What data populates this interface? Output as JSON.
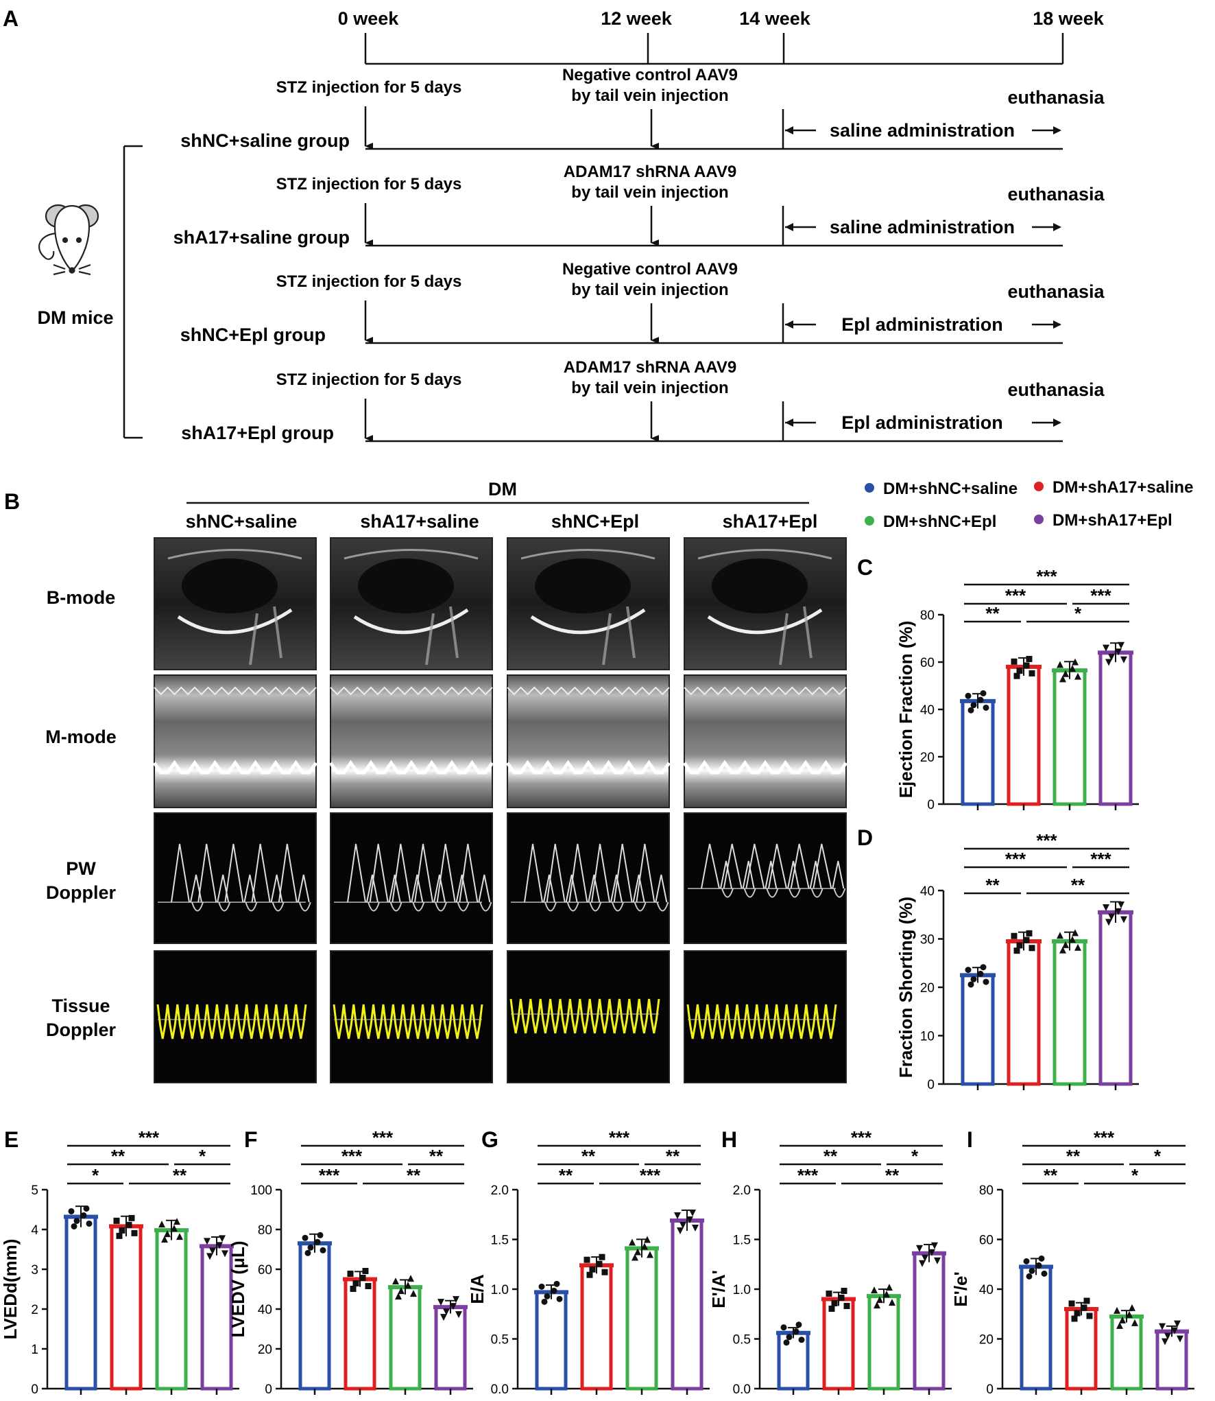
{
  "panel_a": {
    "label": "A",
    "timepoints": [
      "0 week",
      "12 week",
      "14 week",
      "18 week"
    ],
    "subject_label": "DM mice",
    "groups": [
      {
        "name": "shNC+saline group",
        "stz": "STZ injection for 5 days",
        "aav_line1": "Negative control AAV9",
        "aav_line2": "by tail vein injection",
        "end": "euthanasia",
        "treatment": "saline administration"
      },
      {
        "name": "shA17+saline group",
        "stz": "STZ injection for 5 days",
        "aav_line1": "ADAM17 shRNA AAV9",
        "aav_line2": "by tail vein injection",
        "end": "euthanasia",
        "treatment": "saline administration"
      },
      {
        "name": "shNC+Epl group",
        "stz": "STZ injection for 5 days",
        "aav_line1": "Negative control AAV9",
        "aav_line2": "by tail vein injection",
        "end": "euthanasia",
        "treatment": "Epl administration"
      },
      {
        "name": "shA17+Epl group",
        "stz": "STZ injection for 5 days",
        "aav_line1": "ADAM17 shRNA AAV9",
        "aav_line2": "by tail vein injection",
        "end": "euthanasia",
        "treatment": "Epl administration"
      }
    ]
  },
  "panel_b": {
    "label": "B",
    "header": "DM",
    "columns": [
      "shNC+saline",
      "shA17+saline",
      "shNC+Epl",
      "shA17+Epl"
    ],
    "row1": "B-mode",
    "row2": "M-mode",
    "row3_l1": "PW",
    "row3_l2": "Doppler",
    "row4_l1": "Tissue",
    "row4_l2": "Doppler"
  },
  "legend": {
    "items": [
      {
        "label": "DM+shNC+saline",
        "color": "#2a4fa8"
      },
      {
        "label": "DM+shA17+saline",
        "color": "#e02020"
      },
      {
        "label": "DM+shNC+Epl",
        "color": "#3cb04a"
      },
      {
        "label": "DM+shA17+Epl",
        "color": "#7b3fa0"
      }
    ]
  },
  "chart_data": [
    {
      "id": "C",
      "type": "bar",
      "ylabel": "Ejection Fraction (%)",
      "ylim": [
        0,
        80
      ],
      "ticks": [
        "0",
        "20",
        "40",
        "60",
        "80"
      ],
      "tick_values": [
        0,
        20,
        40,
        60,
        80
      ],
      "values": [
        43.5,
        58,
        56.5,
        64
      ],
      "sig": [
        {
          "from": 0,
          "to": 3,
          "text": "***"
        },
        {
          "from": 0,
          "to": 2,
          "text": "***"
        },
        {
          "from": 2,
          "to": 3,
          "text": "***"
        },
        {
          "from": 0,
          "to": 1,
          "text": "**"
        },
        {
          "from": 1,
          "to": 3,
          "text": "*"
        }
      ]
    },
    {
      "id": "D",
      "type": "bar",
      "ylabel": "Fraction Shorting (%)",
      "ylim": [
        0,
        40
      ],
      "ticks": [
        "0",
        "10",
        "20",
        "30",
        "40"
      ],
      "tick_values": [
        0,
        10,
        20,
        30,
        40
      ],
      "values": [
        22.5,
        29.5,
        29.5,
        35.5
      ],
      "sig": [
        {
          "from": 0,
          "to": 3,
          "text": "***"
        },
        {
          "from": 0,
          "to": 2,
          "text": "***"
        },
        {
          "from": 2,
          "to": 3,
          "text": "***"
        },
        {
          "from": 0,
          "to": 1,
          "text": "**"
        },
        {
          "from": 1,
          "to": 3,
          "text": "**"
        }
      ]
    },
    {
      "id": "E",
      "type": "bar",
      "ylabel": "LVEDd(mm)",
      "ylim": [
        0,
        5
      ],
      "ticks": [
        "0",
        "1",
        "2",
        "3",
        "4",
        "5"
      ],
      "tick_values": [
        0,
        1,
        2,
        3,
        4,
        5
      ],
      "values": [
        4.32,
        4.08,
        3.98,
        3.58
      ],
      "sig": [
        {
          "from": 0,
          "to": 3,
          "text": "***"
        },
        {
          "from": 0,
          "to": 2,
          "text": "**"
        },
        {
          "from": 2,
          "to": 3,
          "text": "*"
        },
        {
          "from": 0,
          "to": 1,
          "text": "*"
        },
        {
          "from": 1,
          "to": 3,
          "text": "**"
        }
      ]
    },
    {
      "id": "F",
      "type": "bar",
      "ylabel": "LVEDV (μL)",
      "ylim": [
        0,
        100
      ],
      "ticks": [
        "0",
        "20",
        "40",
        "60",
        "80",
        "100"
      ],
      "tick_values": [
        0,
        20,
        40,
        60,
        80,
        100
      ],
      "values": [
        73,
        55,
        51,
        41
      ],
      "sig": [
        {
          "from": 0,
          "to": 3,
          "text": "***"
        },
        {
          "from": 0,
          "to": 2,
          "text": "***"
        },
        {
          "from": 2,
          "to": 3,
          "text": "**"
        },
        {
          "from": 0,
          "to": 1,
          "text": "***"
        },
        {
          "from": 1,
          "to": 3,
          "text": "**"
        }
      ]
    },
    {
      "id": "G",
      "type": "bar",
      "ylabel": "E/A",
      "ylim": [
        0,
        2
      ],
      "ticks": [
        "0.0",
        "0.5",
        "1.0",
        "1.5",
        "2.0"
      ],
      "tick_values": [
        0,
        0.5,
        1,
        1.5,
        2
      ],
      "values": [
        0.97,
        1.24,
        1.41,
        1.69
      ],
      "sig": [
        {
          "from": 0,
          "to": 3,
          "text": "***"
        },
        {
          "from": 0,
          "to": 2,
          "text": "**"
        },
        {
          "from": 2,
          "to": 3,
          "text": "**"
        },
        {
          "from": 0,
          "to": 1,
          "text": "**"
        },
        {
          "from": 1,
          "to": 3,
          "text": "***"
        }
      ]
    },
    {
      "id": "H",
      "type": "bar",
      "ylabel": "E'/A'",
      "ylim": [
        0,
        2
      ],
      "ticks": [
        "0.0",
        "0.5",
        "1.0",
        "1.5",
        "2.0"
      ],
      "tick_values": [
        0,
        0.5,
        1,
        1.5,
        2
      ],
      "values": [
        0.56,
        0.9,
        0.93,
        1.36
      ],
      "sig": [
        {
          "from": 0,
          "to": 3,
          "text": "***"
        },
        {
          "from": 0,
          "to": 2,
          "text": "**"
        },
        {
          "from": 2,
          "to": 3,
          "text": "*"
        },
        {
          "from": 0,
          "to": 1,
          "text": "***"
        },
        {
          "from": 1,
          "to": 3,
          "text": "**"
        }
      ]
    },
    {
      "id": "I",
      "type": "bar",
      "ylabel": "E'/e'",
      "ylim": [
        0,
        80
      ],
      "ticks": [
        "0",
        "20",
        "40",
        "60",
        "80"
      ],
      "tick_values": [
        0,
        20,
        40,
        60,
        80
      ],
      "values": [
        49,
        32,
        29,
        23
      ],
      "sig": [
        {
          "from": 0,
          "to": 3,
          "text": "***"
        },
        {
          "from": 0,
          "to": 2,
          "text": "**"
        },
        {
          "from": 2,
          "to": 3,
          "text": "*"
        },
        {
          "from": 0,
          "to": 1,
          "text": "**"
        },
        {
          "from": 1,
          "to": 3,
          "text": "*"
        }
      ]
    }
  ]
}
